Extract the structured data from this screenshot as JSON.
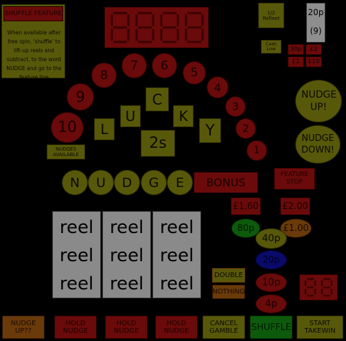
{
  "feature": {
    "title": "SHUFFLE FEATURE",
    "text": "When available after free spin, 'shuffle' to lift-up reels and subtract, to the word NUDGE and go to the feature line"
  },
  "display": {
    "digits": "8888"
  },
  "stake": {
    "amount": "20p",
    "count": "(9)"
  },
  "small_buttons": {
    "top": "1/2 Refleet",
    "low": "Cash Low"
  },
  "mini_prizes": [
    [
      "30p",
      "£2"
    ],
    [
      "£1",
      "£10"
    ]
  ],
  "trail": [
    "10",
    "9",
    "8",
    "7",
    "6",
    "5",
    "4",
    "3",
    "2",
    "1"
  ],
  "lucky": {
    "letters": [
      "L",
      "U",
      "C",
      "K",
      "Y"
    ],
    "badge": "2s"
  },
  "nudges_label": "NUDGES AVAILABLE",
  "nudge_letters": [
    "N",
    "U",
    "D",
    "G",
    "E"
  ],
  "bonus_label": "BONUS",
  "nudge_up": "NUDGE UP!",
  "nudge_down": "NUDGE DOWN!",
  "feature_stop": "FEATURE STOP",
  "ladder": {
    "price_a": "£1.60",
    "price_b": "£2.00",
    "p80": "80p",
    "p40": "40p",
    "gbp1": "£1.00",
    "p20": "20p",
    "p10": "10p",
    "p4": "4p"
  },
  "double_label": "DOUBLE",
  "nothing_label": "NOTHING",
  "win_digits": "88",
  "reels": [
    [
      "reel",
      "reel",
      "reel"
    ],
    [
      "reel",
      "reel",
      "reel"
    ],
    [
      "reel",
      "reel",
      "reel"
    ]
  ],
  "buttons": [
    "NUDGE UP??",
    "HOLD NUDGE",
    "HOLD NUDGE",
    "HOLD NUDGE",
    "CANCEL GAMBLE",
    "SHUFFLE",
    "START TAKEWIN"
  ],
  "colors": {
    "red": "#6a0a0a",
    "olive": "#58580a",
    "green": "#0d5a0d",
    "blue": "#0a0a6a",
    "orange": "#6a3a0a",
    "grey": "#8a8a8a"
  }
}
